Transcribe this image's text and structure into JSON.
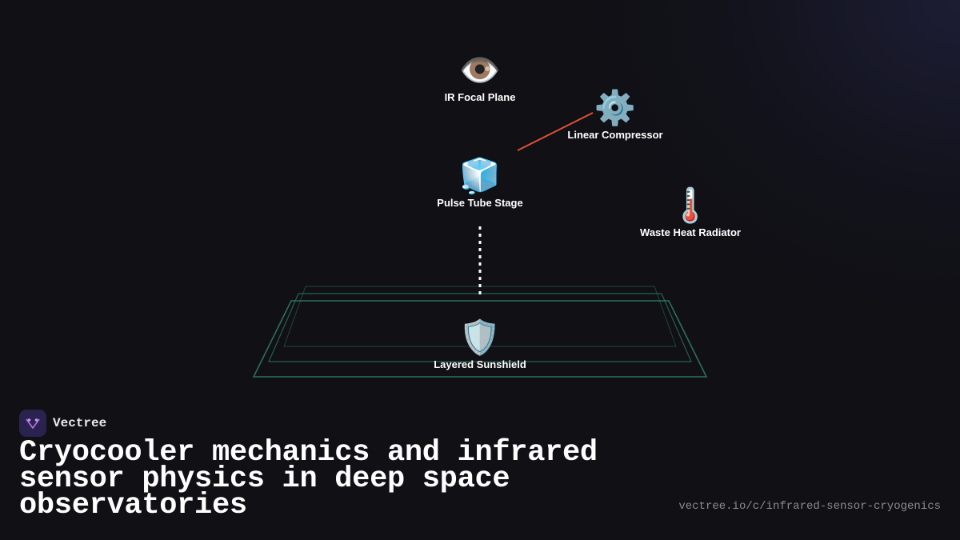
{
  "brand": {
    "name": "Vectree",
    "logo": "vectree-logo-icon",
    "logo_color": "#2a2350",
    "logo_accent": "#b06ce0"
  },
  "title": "Cryocooler mechanics and infrared sensor physics in deep space observatories",
  "url": "vectree.io/c/infrared-sensor-cryogenics",
  "nodes": [
    {
      "id": "ir",
      "icon": "eye-icon",
      "glyph": "👁️",
      "label": "IR Focal Plane"
    },
    {
      "id": "compressor",
      "icon": "gear-icon",
      "glyph": "⚙️",
      "label": "Linear Compressor"
    },
    {
      "id": "pulse",
      "icon": "ice-cube-icon",
      "glyph": "🧊",
      "label": "Pulse Tube Stage"
    },
    {
      "id": "radiator",
      "icon": "thermometer-icon",
      "glyph": "🌡️",
      "label": "Waste Heat Radiator"
    },
    {
      "id": "sunshield",
      "icon": "shield-icon",
      "glyph": "🛡️",
      "label": "Layered Sunshield"
    }
  ],
  "connectors": [
    {
      "from": "compressor",
      "to": "pulse",
      "style": "solid",
      "color": "#e0503a"
    },
    {
      "from": "pulse",
      "to": "sunshield",
      "style": "dotted",
      "color": "#ffffff"
    }
  ],
  "colors": {
    "background": "#101015",
    "sunshield_outline": "#2f7a68",
    "text": "#ffffff",
    "url": "#8a8a92"
  }
}
